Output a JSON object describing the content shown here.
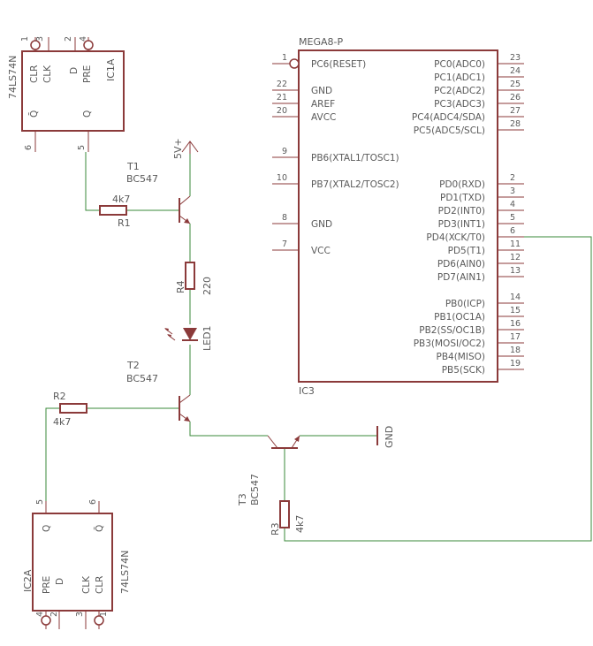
{
  "parts": {
    "ic1a": {
      "name": "IC1A",
      "value": "74LS74N",
      "pin_labels": [
        "CLR",
        "CLK",
        "D",
        "PRE",
        "Q̄",
        "Q"
      ],
      "pin_numbers": [
        "1",
        "3",
        "2",
        "4",
        "6",
        "5"
      ]
    },
    "ic2a": {
      "name": "IC2A",
      "value": "74LS74N",
      "pin_labels": [
        "Q",
        "Q̄",
        "PRE",
        "D",
        "CLK",
        "CLR"
      ],
      "pin_numbers": [
        "5",
        "6",
        "4",
        "2",
        "3",
        "1"
      ]
    },
    "ic3": {
      "name": "IC3",
      "value": "MEGA8-P",
      "left_pins": [
        {
          "num": "1",
          "label": "PC6(RESET)"
        },
        {
          "num": "22",
          "label": "GND"
        },
        {
          "num": "21",
          "label": "AREF"
        },
        {
          "num": "20",
          "label": "AVCC"
        },
        {
          "num": "9",
          "label": "PB6(XTAL1/TOSC1)"
        },
        {
          "num": "10",
          "label": "PB7(XTAL2/TOSC2)"
        },
        {
          "num": "8",
          "label": "GND"
        },
        {
          "num": "7",
          "label": "VCC"
        }
      ],
      "right_pins": [
        {
          "num": "23",
          "label": "PC0(ADC0)"
        },
        {
          "num": "24",
          "label": "PC1(ADC1)"
        },
        {
          "num": "25",
          "label": "PC2(ADC2)"
        },
        {
          "num": "26",
          "label": "PC3(ADC3)"
        },
        {
          "num": "27",
          "label": "PC4(ADC4/SDA)"
        },
        {
          "num": "28",
          "label": "PC5(ADC5/SCL)"
        },
        {
          "num": "2",
          "label": "PD0(RXD)"
        },
        {
          "num": "3",
          "label": "PD1(TXD)"
        },
        {
          "num": "4",
          "label": "PD2(INT0)"
        },
        {
          "num": "5",
          "label": "PD3(INT1)"
        },
        {
          "num": "6",
          "label": "PD4(XCK/T0)"
        },
        {
          "num": "11",
          "label": "PD5(T1)"
        },
        {
          "num": "12",
          "label": "PD6(AIN0)"
        },
        {
          "num": "13",
          "label": "PD7(AIN1)"
        },
        {
          "num": "14",
          "label": "PB0(ICP)"
        },
        {
          "num": "15",
          "label": "PB1(OC1A)"
        },
        {
          "num": "16",
          "label": "PB2(SS/OC1B)"
        },
        {
          "num": "17",
          "label": "PB3(MOSI/OC2)"
        },
        {
          "num": "18",
          "label": "PB4(MISO)"
        },
        {
          "num": "19",
          "label": "PB5(SCK)"
        }
      ]
    },
    "t1": {
      "name": "T1",
      "value": "BC547"
    },
    "t2": {
      "name": "T2",
      "value": "BC547"
    },
    "t3": {
      "name": "T3",
      "value": "BC547"
    },
    "r1": {
      "name": "R1",
      "value": "4k7"
    },
    "r2": {
      "name": "R2",
      "value": "4k7"
    },
    "r3": {
      "name": "R3",
      "value": "4k7"
    },
    "r4": {
      "name": "R4",
      "value": "220"
    },
    "led1": {
      "name": "LED1"
    },
    "supply_5v": {
      "label": "5V+"
    },
    "gnd": {
      "label": "GND"
    }
  },
  "colors": {
    "part": "#8b3a3a",
    "wire": "#3a8a3a",
    "text": "#5a5a5a"
  }
}
